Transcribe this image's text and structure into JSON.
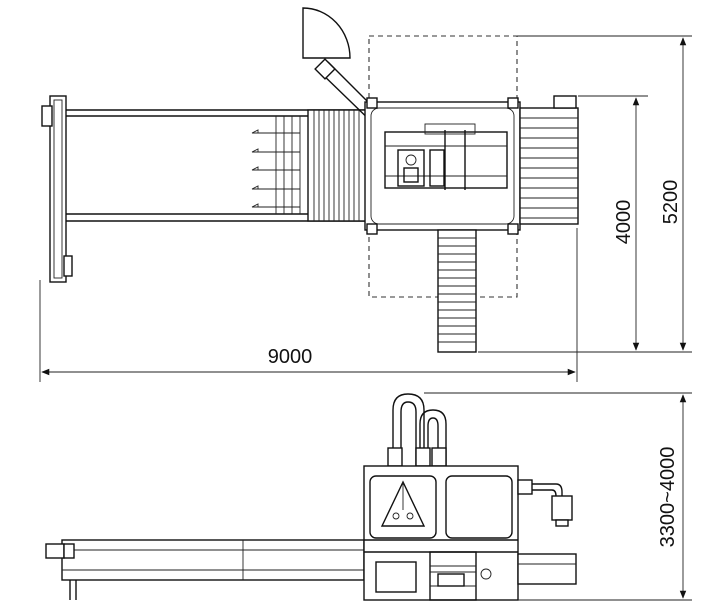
{
  "dimensions": {
    "width_total": "9000",
    "depth_overall": "5200",
    "depth_machine": "4000",
    "height_range": "3300~4000"
  }
}
